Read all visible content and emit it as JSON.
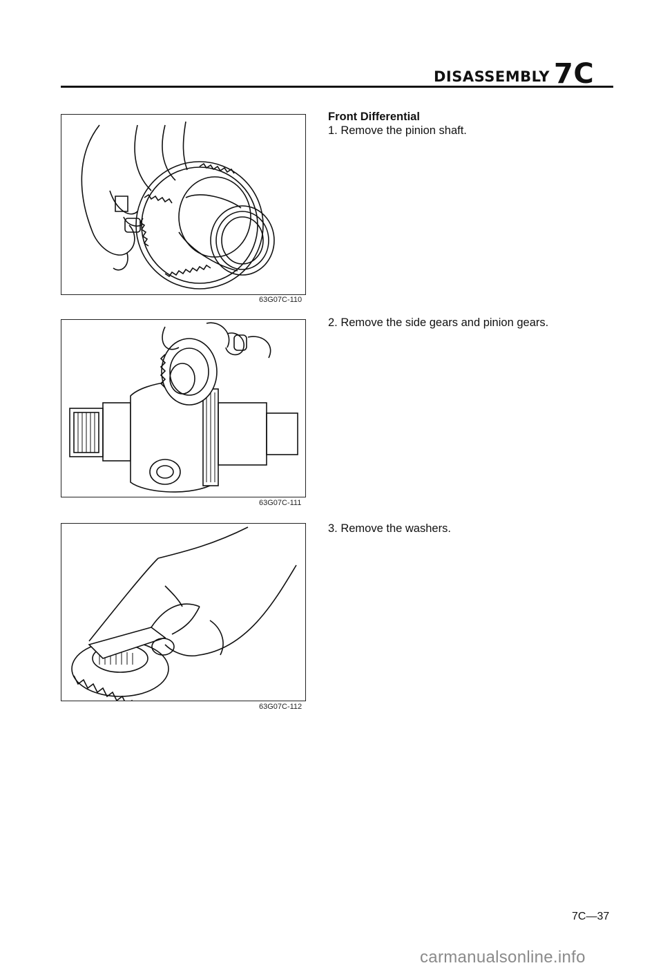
{
  "header": {
    "title_word": "DISASSEMBLY",
    "title_code": "7C"
  },
  "section": {
    "heading": "Front Differential"
  },
  "steps": [
    {
      "text": "1. Remove the pinion shaft."
    },
    {
      "text": "2. Remove the side gears and pinion gears."
    },
    {
      "text": "3. Remove the washers."
    }
  ],
  "figures": [
    {
      "code": "63G07C-110",
      "icon": "hand-removing-pinion-shaft-illustration"
    },
    {
      "code": "63G07C-111",
      "icon": "differential-side-gear-removal-illustration"
    },
    {
      "code": "63G07C-112",
      "icon": "hand-removing-washer-illustration"
    }
  ],
  "footer": {
    "page_number": "7C—37",
    "watermark": "carmanualsonline.info"
  }
}
